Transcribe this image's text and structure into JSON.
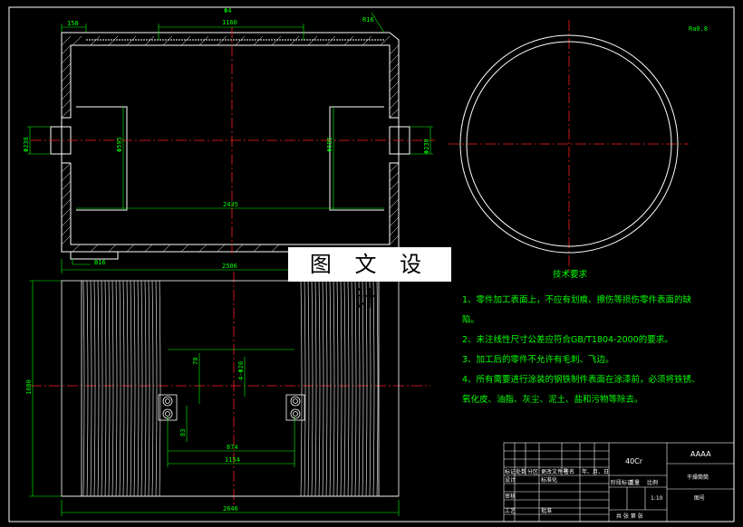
{
  "watermark": "图 文 设 计",
  "tech_req": {
    "title": "技术要求",
    "lines": [
      "1、零件加工表面上，不应有划痕、擦伤等损伤零件表面的缺",
      "陷。",
      "2、未注线性尺寸公差应符合GB/T1804-2000的要求。",
      "3、加工后的零件不允许有毛刺、飞边。",
      "4、所有需要进行涂装的钢铁制件表面在涂漆前，必须将铁锈、",
      "氧化皮、油脂、灰尘、泥土、盐和污物等除去。"
    ]
  },
  "dims": {
    "d158": "158",
    "d1160": "1160",
    "dR16": "R16",
    "dtop_small": "Φ4",
    "d2435": "2435",
    "d2506": "2506",
    "dB16": "B16",
    "dphi_left": "Φ595",
    "dphi_right": "Φ595",
    "dphi238_l": "Φ238",
    "dphi238_r": "Φ238",
    "d70": "70",
    "d4phi20": "4-Φ20",
    "d83": "83",
    "d874": "874",
    "d1154": "1154",
    "d2646": "2646",
    "d1680": "1680",
    "roughness": "Ra0.8"
  },
  "title_block": {
    "material": "40Cr",
    "drawing_name": "AAAA",
    "part_name": "干燥筒筒",
    "drawing_no_label": "图号",
    "scale": "1:10",
    "labels": [
      "标记",
      "处数",
      "分区",
      "更改文件号",
      "签名",
      "年、月、日",
      "设计",
      "标准化",
      "审核",
      "工艺",
      "批准",
      "阶段标记",
      "重量",
      "比例",
      "共 张 第 张"
    ]
  }
}
